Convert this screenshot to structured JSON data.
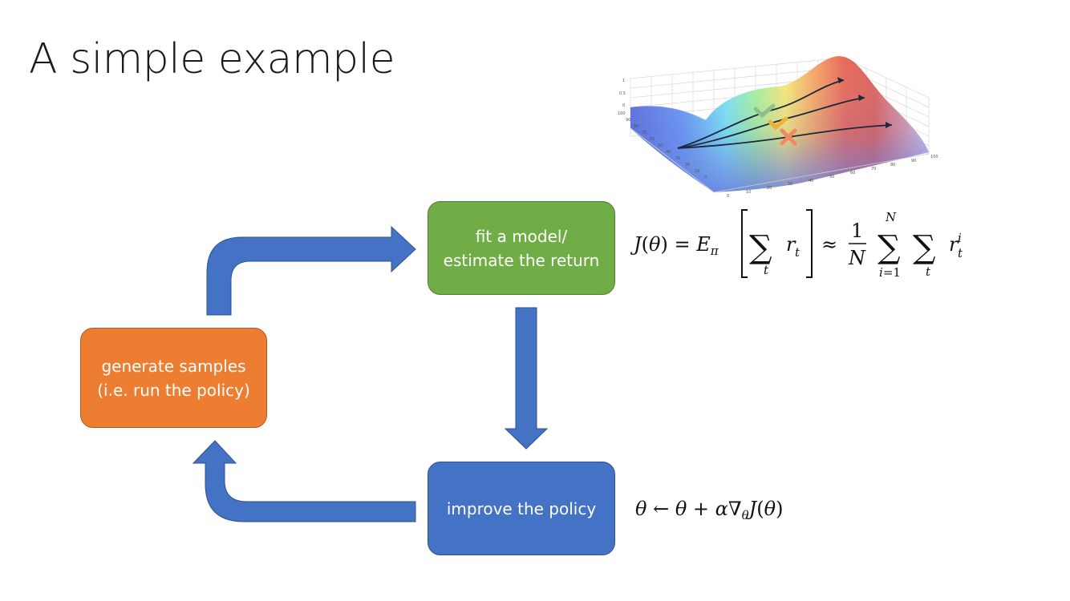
{
  "slide": {
    "title": "A simple example"
  },
  "boxes": {
    "generate": {
      "line1": "generate samples",
      "line2": "(i.e. run the policy)",
      "color": "#ed7d31"
    },
    "fit": {
      "line1": "fit a model/",
      "line2": "estimate the return",
      "color": "#70ad47"
    },
    "improve": {
      "label": "improve the policy",
      "color": "#4472c4"
    }
  },
  "arrow_color": "#4472c4",
  "equations": {
    "objective": "J(θ) = E_π [ Σ_t r_t ] ≈ (1/N) Σ_{i=1}^{N} Σ_t r_t^i",
    "update": "θ ← θ + α∇_θ J(θ)"
  },
  "surface_plot": {
    "z_ticks": [
      "1",
      "0.5",
      "0"
    ],
    "y_ticks": [
      "100",
      "90",
      "80",
      "70",
      "60",
      "50",
      "40",
      "30",
      "20",
      "10",
      "0"
    ],
    "x_ticks": [
      "0",
      "10",
      "20",
      "30",
      "40",
      "50",
      "60",
      "70",
      "80",
      "90",
      "100"
    ],
    "markers": [
      {
        "type": "check",
        "color": "#8fbf8f"
      },
      {
        "type": "check",
        "color": "#f0b030"
      },
      {
        "type": "cross",
        "color": "#f08a60"
      }
    ]
  }
}
